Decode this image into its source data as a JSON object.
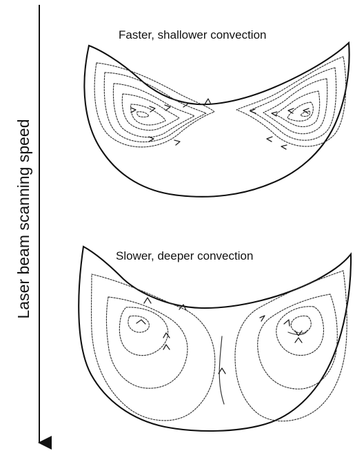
{
  "diagram": {
    "side_label": "Laser beam scanning speed",
    "top_title": "Faster, shallower convection",
    "bottom_title": "Slower, deeper convection"
  }
}
